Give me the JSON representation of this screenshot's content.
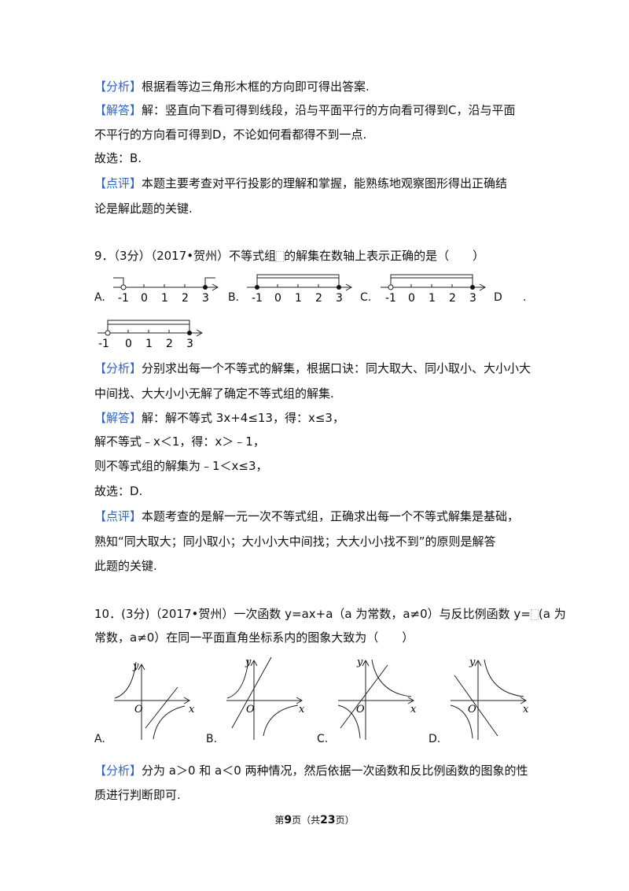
{
  "q8": {
    "analysis_tag": "【分析】",
    "analysis": "根据看等边三角形木框的方向即可得出答案.",
    "answer_tag": "【解答】",
    "answer_l1": "解：竖直向下看可得到线段，沿与平面平行的方向看可得到C，沿与平面",
    "answer_l2": "不平行的方向看可得到D，不论如何看都得不到一点.",
    "choice": "故选：B.",
    "comment_tag": "【点评】",
    "comment_l1": "本题主要考查对平行投影的理解和掌握，能熟练地观察图形得出正确结",
    "comment_l2": "论是解此题的关键."
  },
  "q9": {
    "stem_a": "9．（3分）（2017•贺州）不等式组",
    "stem_b": "的解集在数轴上表示正确的是（　　）",
    "options": [
      "A.",
      "B.",
      "C.",
      "D"
    ],
    "option_d_end": ".",
    "ticks": [
      "-1",
      "0",
      "1",
      "2",
      "3"
    ],
    "analysis_tag": "【分析】",
    "analysis_l1": "分别求出每一个不等式的解集，根据口诀：同大取大、同小取小、大小小大",
    "analysis_l2": "中间找、大大小小无解了确定不等式组的解集.",
    "answer_tag": "【解答】",
    "answer_l1": "解：解不等式 3x+4≤13，得：x≤3，",
    "answer_l2": "解不等式﹣x＜1，得：x＞﹣1，",
    "answer_l3": "则不等式组的解集为﹣1＜x≤3，",
    "choice": "故选：D.",
    "comment_tag": "【点评】",
    "comment_l1": "本题考查的是解一元一次不等式组，正确求出每一个不等式解集是基础，",
    "comment_l2": "熟知“同大取大；同小取小；大小小大中间找；大大小小找不到”的原则是解答",
    "comment_l3": "此题的关键."
  },
  "q10": {
    "stem_l1a": "10．(3分)（2017•贺州）一次函数 y=ax+a（a 为常数，a≠0）与反比例函数 y=",
    "stem_l1b": "(a 为",
    "stem_l2": "常数，a≠0）在同一平面直角坐标系内的图象大致为（　　）",
    "options": [
      "A.",
      "B.",
      "C.",
      "D."
    ],
    "axis_x": "x",
    "axis_y": "y",
    "origin": "O",
    "analysis_tag": "【分析】",
    "analysis_l1": "分为 a＞0 和 a＜0 两种情况，然后依据一次函数和反比例函数的图象的性",
    "analysis_l2": "质进行判断即可."
  },
  "footer": {
    "prefix": "第",
    "page": "9",
    "mid": "页（共",
    "total": "23",
    "suffix": "页）"
  }
}
